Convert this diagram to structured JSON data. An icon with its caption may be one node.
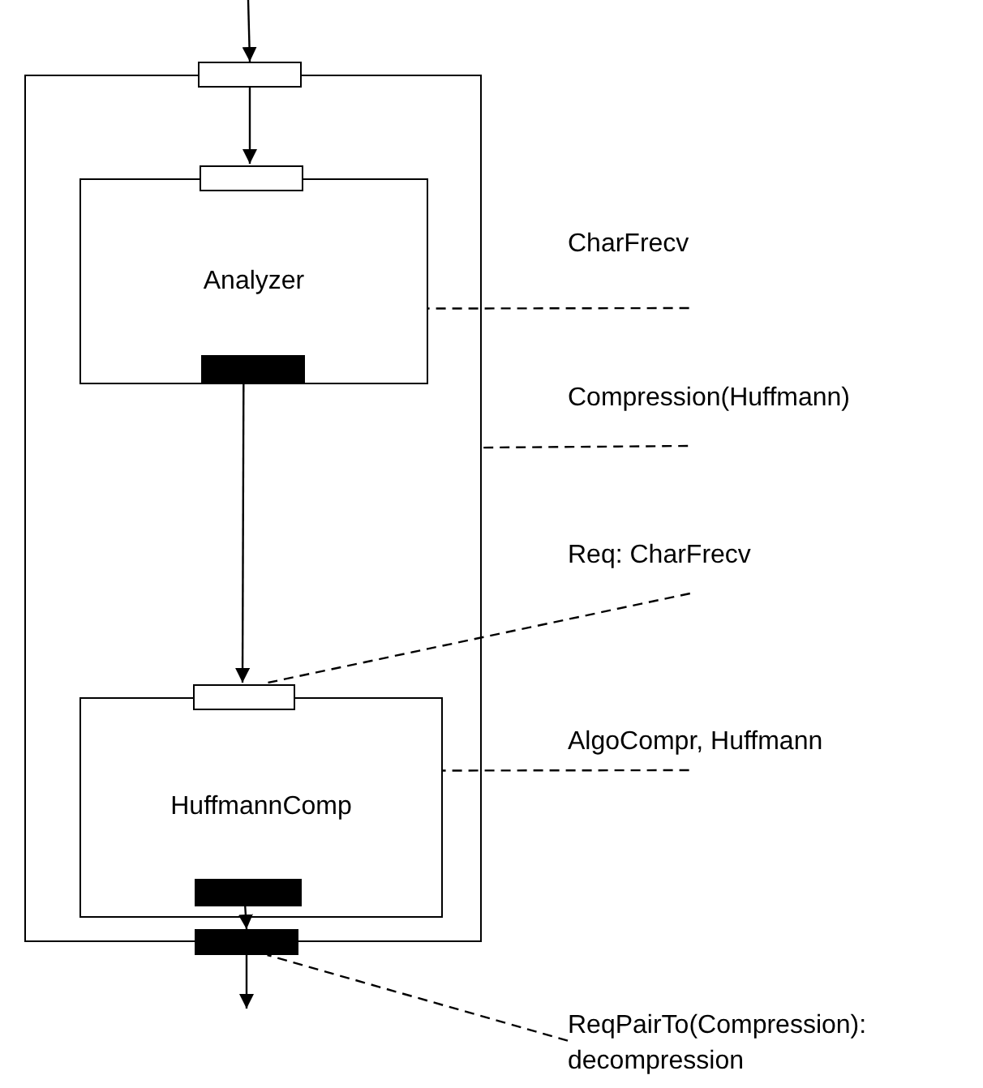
{
  "diagram": {
    "nodes": [
      {
        "text": [],
        "shape": "box"
      },
      {
        "text": [],
        "shape": "box"
      },
      {
        "text": [
          "Analyzer"
        ],
        "in": 0
      },
      {
        "text": [],
        "shape": "box",
        "in": 0
      },
      {
        "text": [],
        "shape": "bar",
        "in": 2
      },
      {
        "text": [
          "HuffmannComp"
        ],
        "in": 0
      },
      {
        "text": [],
        "shape": "box",
        "in": 0
      },
      {
        "text": [],
        "shape": "bar",
        "in": 5
      },
      {
        "text": [],
        "shape": "bar"
      },
      {
        "text": [
          "CharFrecv"
        ]
      },
      {
        "text": [
          "Compression(Huffmann)"
        ]
      },
      {
        "text": [
          "Req: CharFrecv"
        ]
      },
      {
        "text": [
          "AlgoCompr, Huffmann"
        ]
      },
      {
        "text": [
          "ReqPairTo(Compression): decompression"
        ]
      }
    ],
    "edges": [
      {
        "from": null,
        "to": 1,
        "arrow": "to"
      },
      {
        "from": 1,
        "to": 3,
        "arrow": "to"
      },
      {
        "from": 4,
        "to": 6,
        "arrow": "to"
      },
      {
        "from": 7,
        "to": 8,
        "arrow": "to"
      },
      {
        "from": 8,
        "to": null,
        "arrow": "to"
      },
      {
        "from": 9,
        "to": 2,
        "arrow": "none",
        "style": "dashed"
      },
      {
        "from": 10,
        "to": 0,
        "arrow": "none",
        "style": "dashed"
      },
      {
        "from": 11,
        "to": 6,
        "arrow": "none",
        "style": "dashed"
      },
      {
        "from": 12,
        "to": 5,
        "arrow": "none",
        "style": "dashed"
      },
      {
        "from": 13,
        "to": 8,
        "arrow": "none",
        "style": "dashed"
      }
    ]
  }
}
